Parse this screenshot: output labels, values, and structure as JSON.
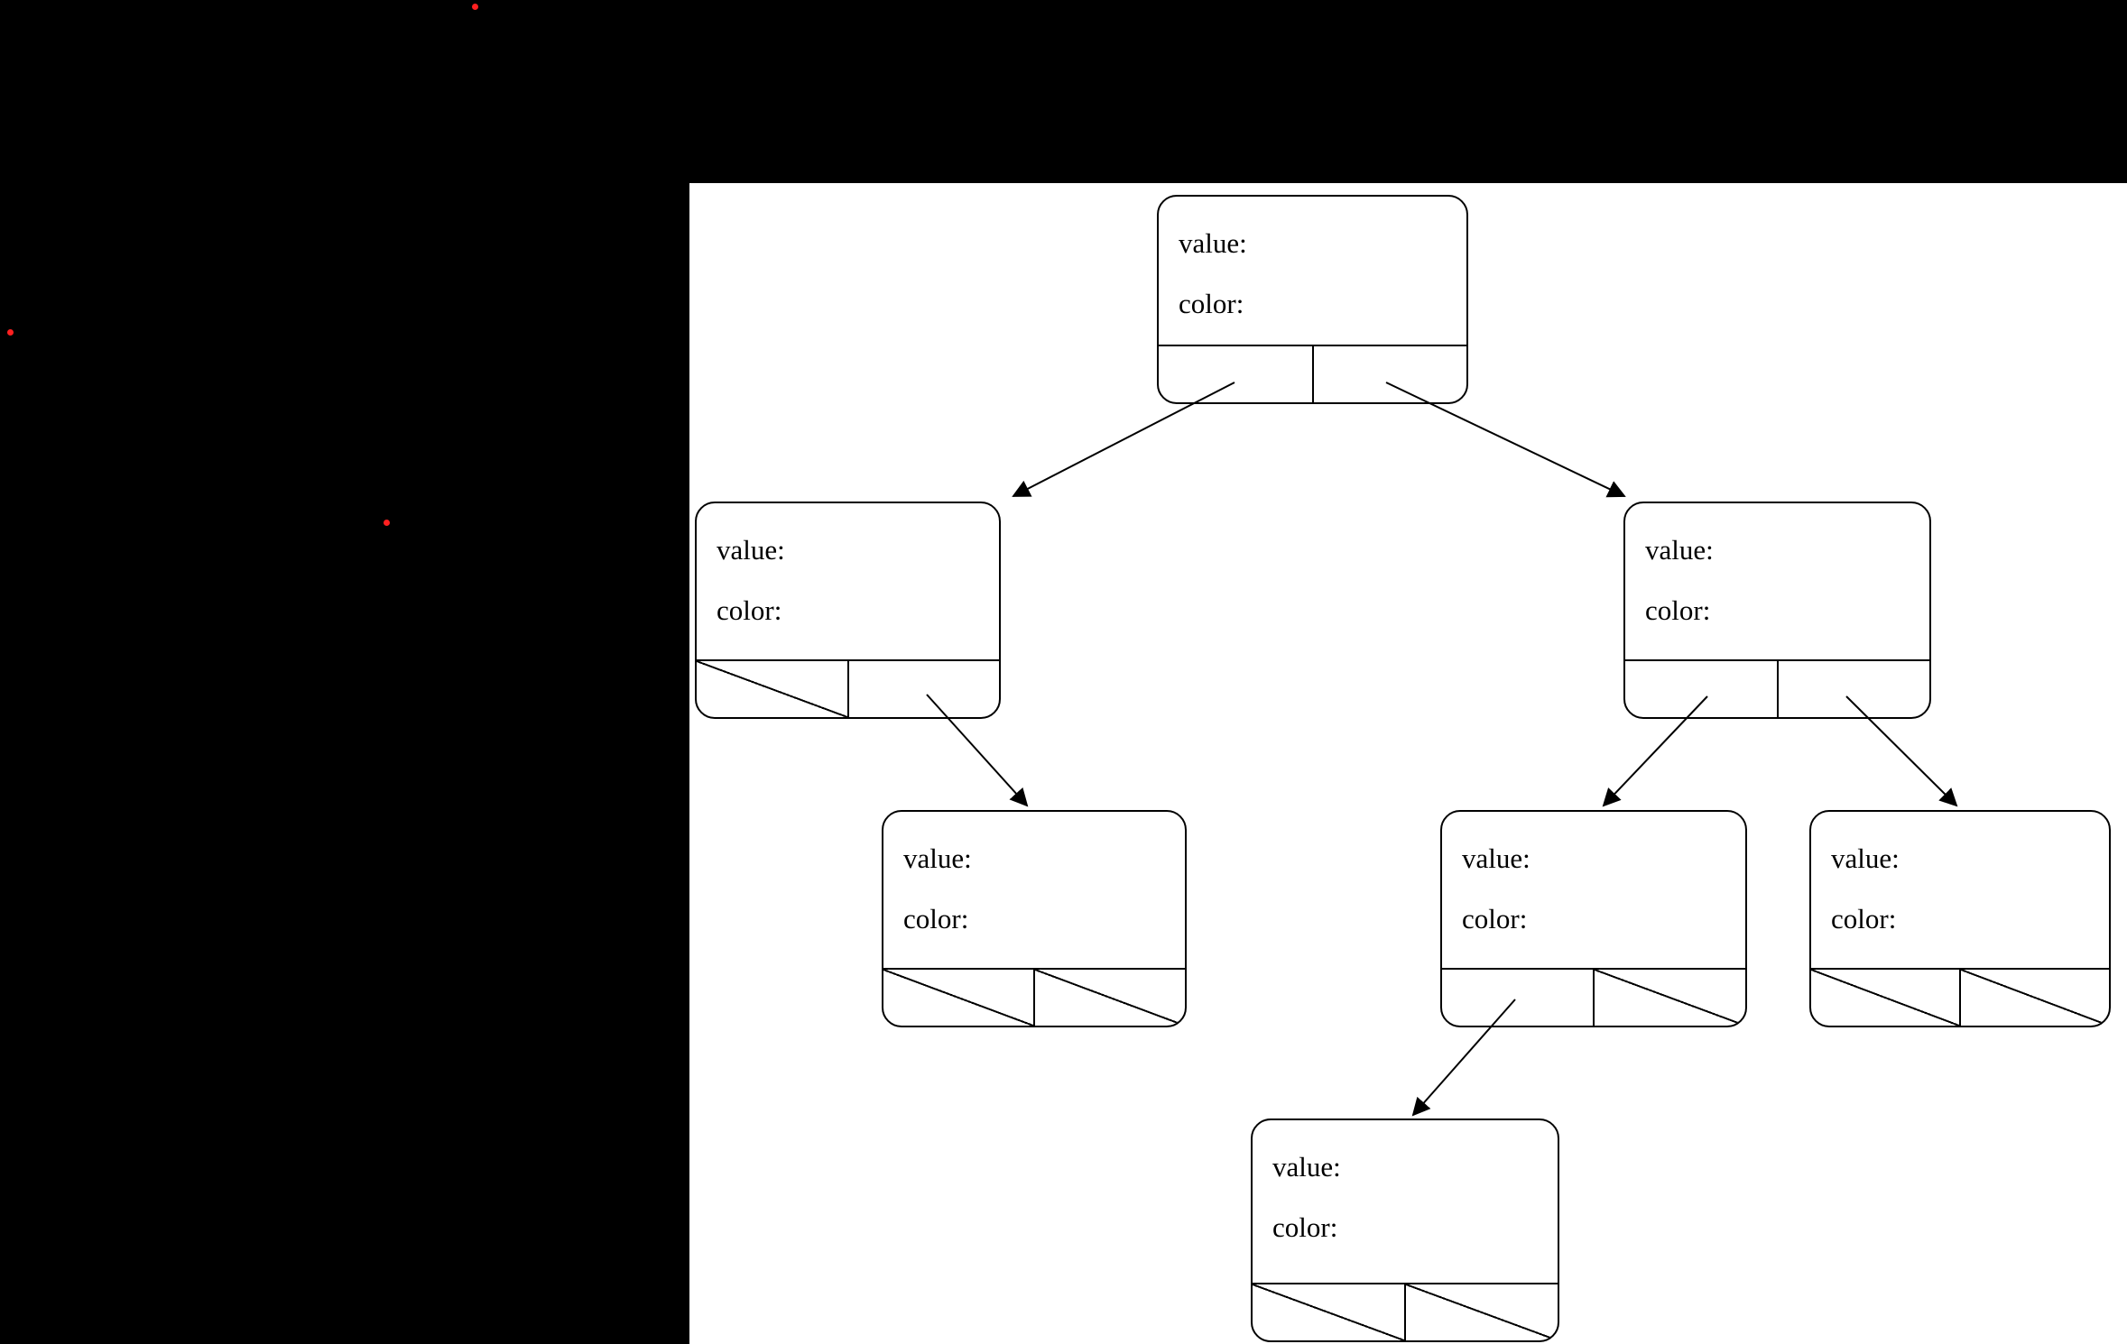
{
  "colors": {
    "background": "#000000",
    "canvas": "#ffffff",
    "line": "#000000",
    "marker_dot": "#ff2020"
  },
  "diagram": {
    "structure": "binary-tree",
    "nodes": [
      {
        "id": "root",
        "value_label": "value:",
        "color_label": "color:",
        "left_child": "left-node",
        "right_child": "right-node"
      },
      {
        "id": "left-node",
        "value_label": "value:",
        "color_label": "color:",
        "left_child": null,
        "right_child": "left-right-node"
      },
      {
        "id": "right-node",
        "value_label": "value:",
        "color_label": "color:",
        "left_child": "right-left-node",
        "right_child": "right-right-node"
      },
      {
        "id": "left-right-node",
        "value_label": "value:",
        "color_label": "color:",
        "left_child": null,
        "right_child": null
      },
      {
        "id": "right-left-node",
        "value_label": "value:",
        "color_label": "color:",
        "left_child": "right-left-left-node",
        "right_child": null
      },
      {
        "id": "right-right-node",
        "value_label": "value:",
        "color_label": "color:",
        "left_child": null,
        "right_child": null
      },
      {
        "id": "right-left-left-node",
        "value_label": "value:",
        "color_label": "color:",
        "left_child": null,
        "right_child": null
      }
    ],
    "edges": [
      {
        "from": "root",
        "pointer": "left",
        "to": "left-node"
      },
      {
        "from": "root",
        "pointer": "right",
        "to": "right-node"
      },
      {
        "from": "left-node",
        "pointer": "right",
        "to": "left-right-node"
      },
      {
        "from": "right-node",
        "pointer": "left",
        "to": "right-left-node"
      },
      {
        "from": "right-node",
        "pointer": "right",
        "to": "right-right-node"
      },
      {
        "from": "right-left-node",
        "pointer": "left",
        "to": "right-left-left-node"
      }
    ],
    "red_dot_marker_count": 3
  }
}
